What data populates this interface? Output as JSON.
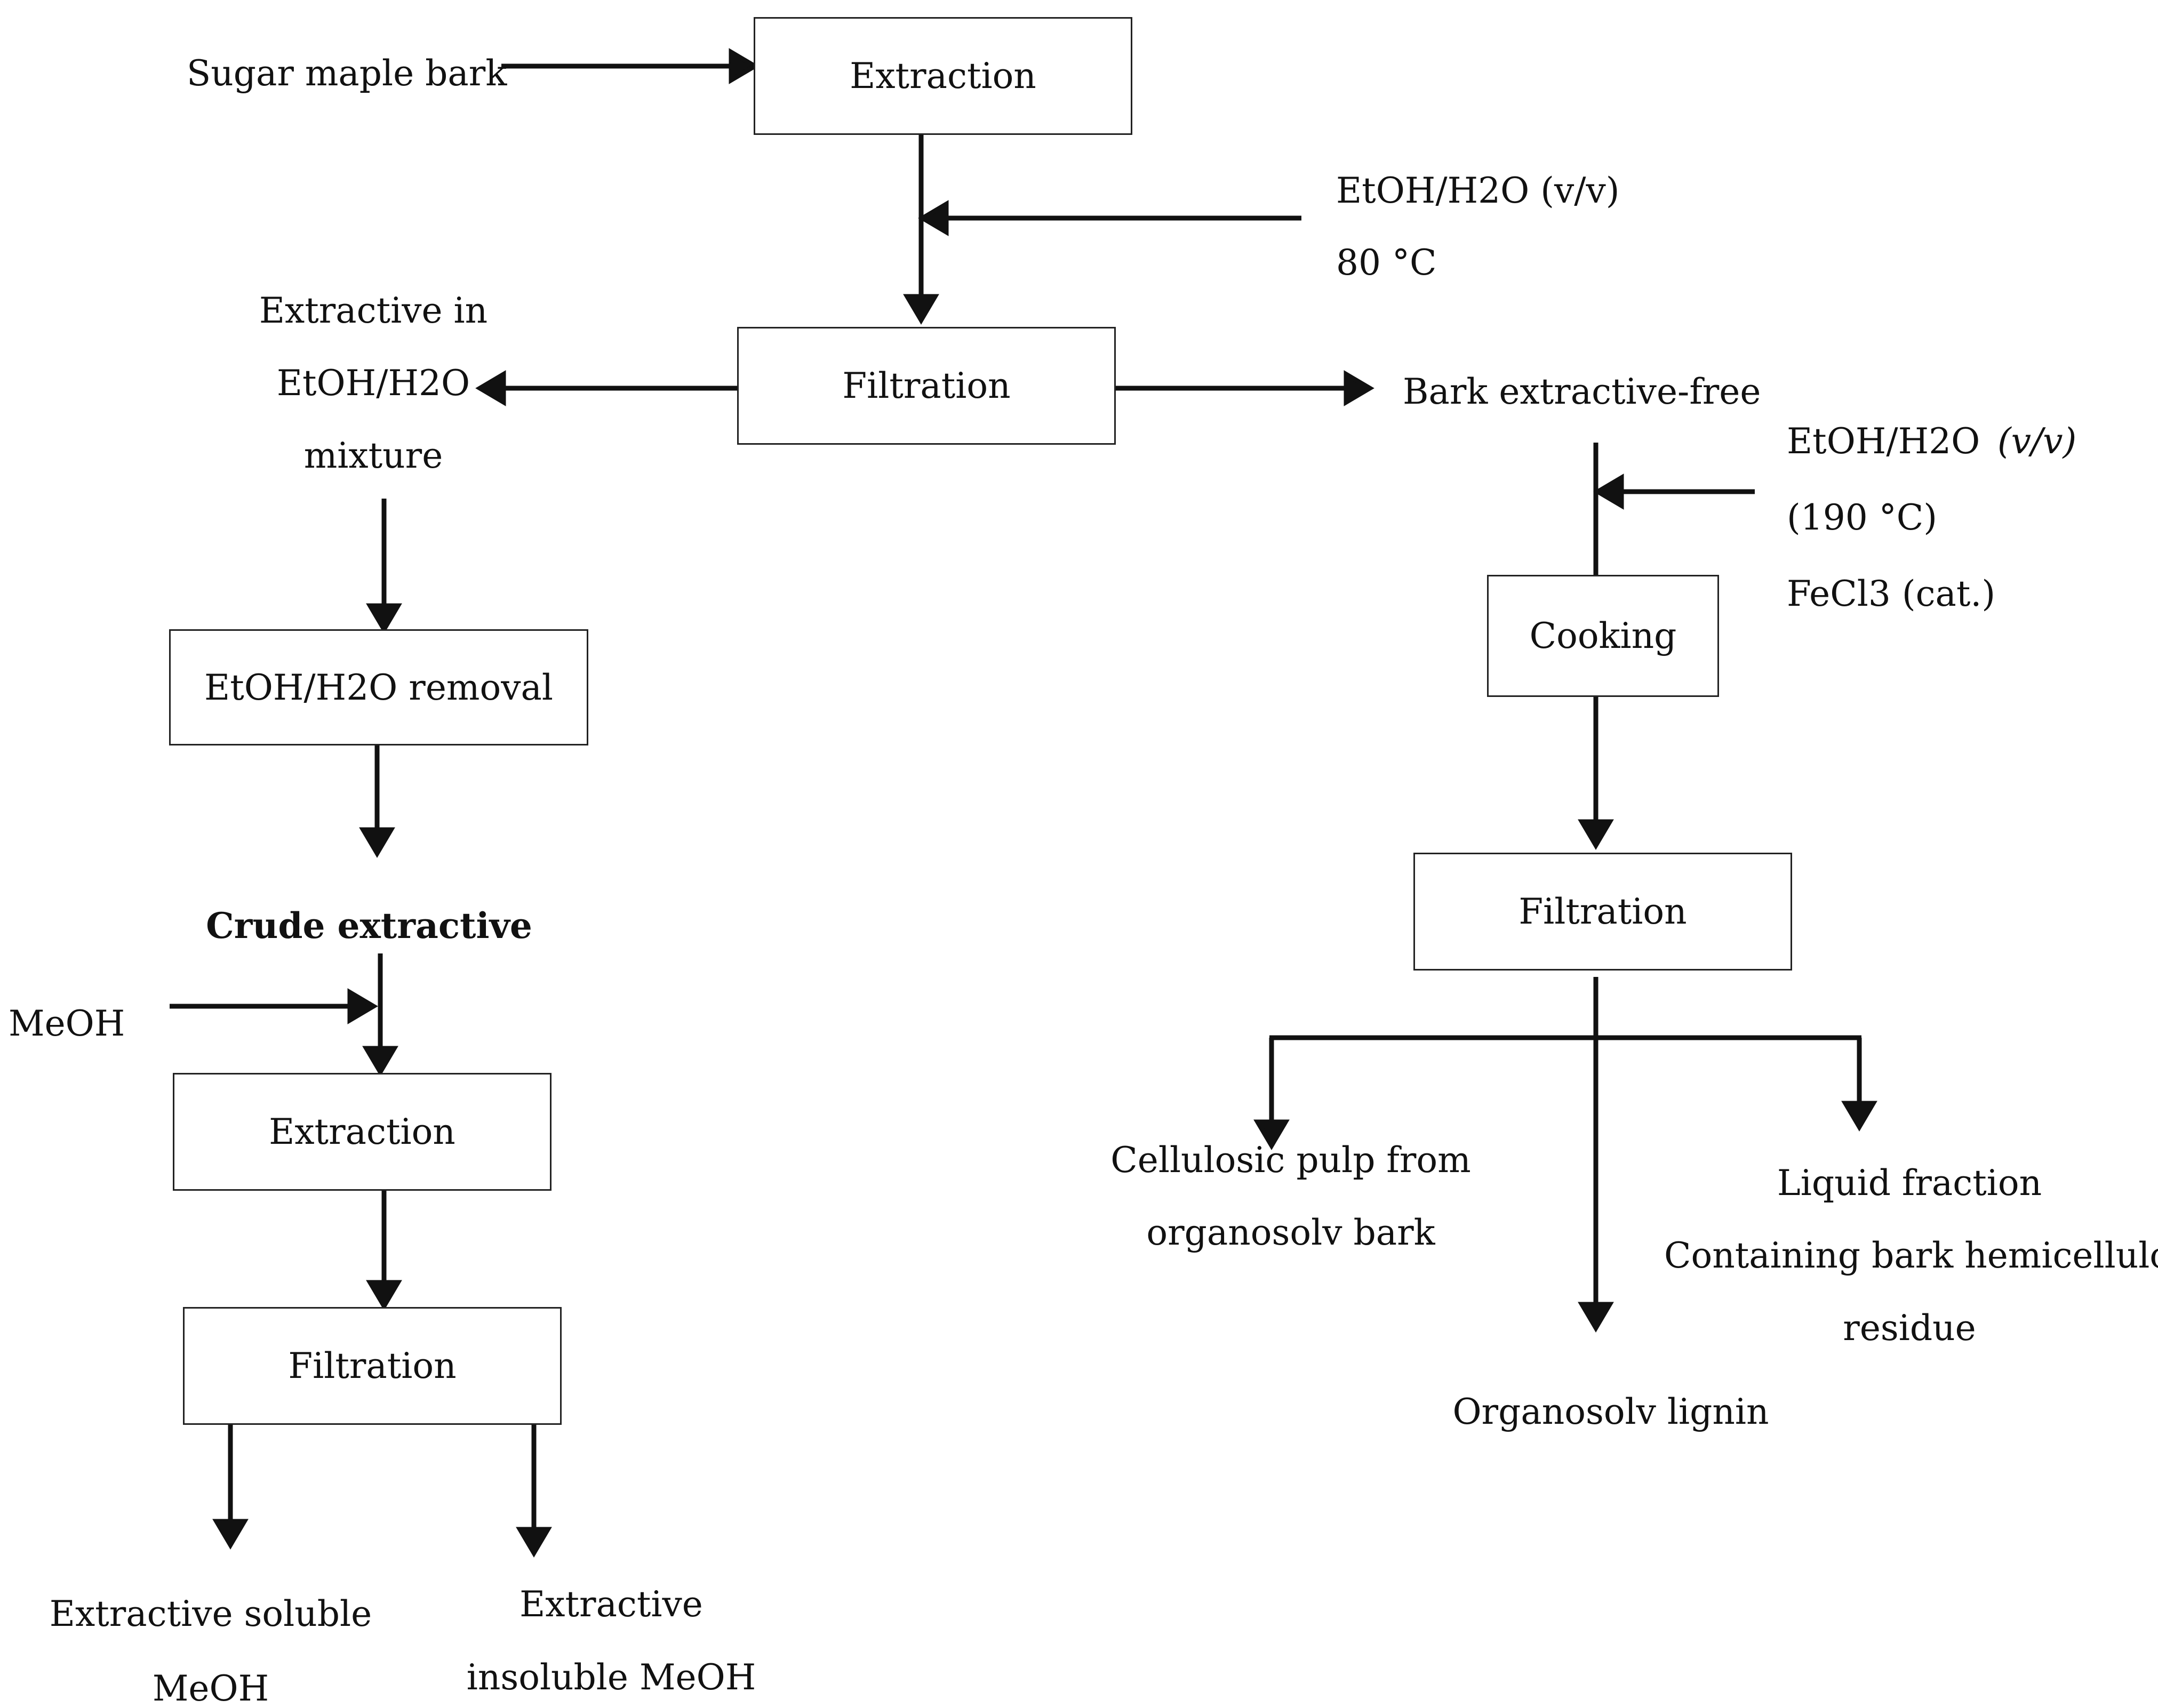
{
  "colors": {
    "line": "#111111",
    "box_border": "#222222",
    "background": "#ffffff"
  },
  "boxes": {
    "extraction_top": "Extraction",
    "filtration_top": "Filtration",
    "solvent_removal": "EtOH/H2O removal",
    "extraction_meoh": "Extraction",
    "filtration_meoh": "Filtration",
    "cooking": "Cooking",
    "filtration_right": "Filtration"
  },
  "labels": {
    "input": "Sugar maple bark",
    "extraction_solvent": "EtOH/H2O (v/v)",
    "extraction_temp": "80 °C",
    "extract_liquid_1": "Extractive in",
    "extract_liquid_2": "EtOH/H2O",
    "extract_liquid_3": "mixture",
    "bark_free": "Bark extractive-free",
    "cooking_solvent": "EtOH/H2O",
    "cooking_ratio": "(v/v)",
    "cooking_temp": "(190 °C)",
    "cooking_catalyst": "FeCl3 (cat.)",
    "crude_extractive": "Crude extractive",
    "meoh": "MeOH",
    "soluble_1": "Extractive soluble",
    "soluble_2": "MeOH",
    "insoluble_1": "Extractive",
    "insoluble_2": "insoluble MeOH",
    "pulp_1": "Cellulosic pulp from",
    "pulp_2": "organosolv bark",
    "liquid_1": "Liquid fraction",
    "liquid_2": "Containing bark hemicellulose",
    "liquid_3": "residue",
    "lignin": "Organosolv lignin"
  }
}
